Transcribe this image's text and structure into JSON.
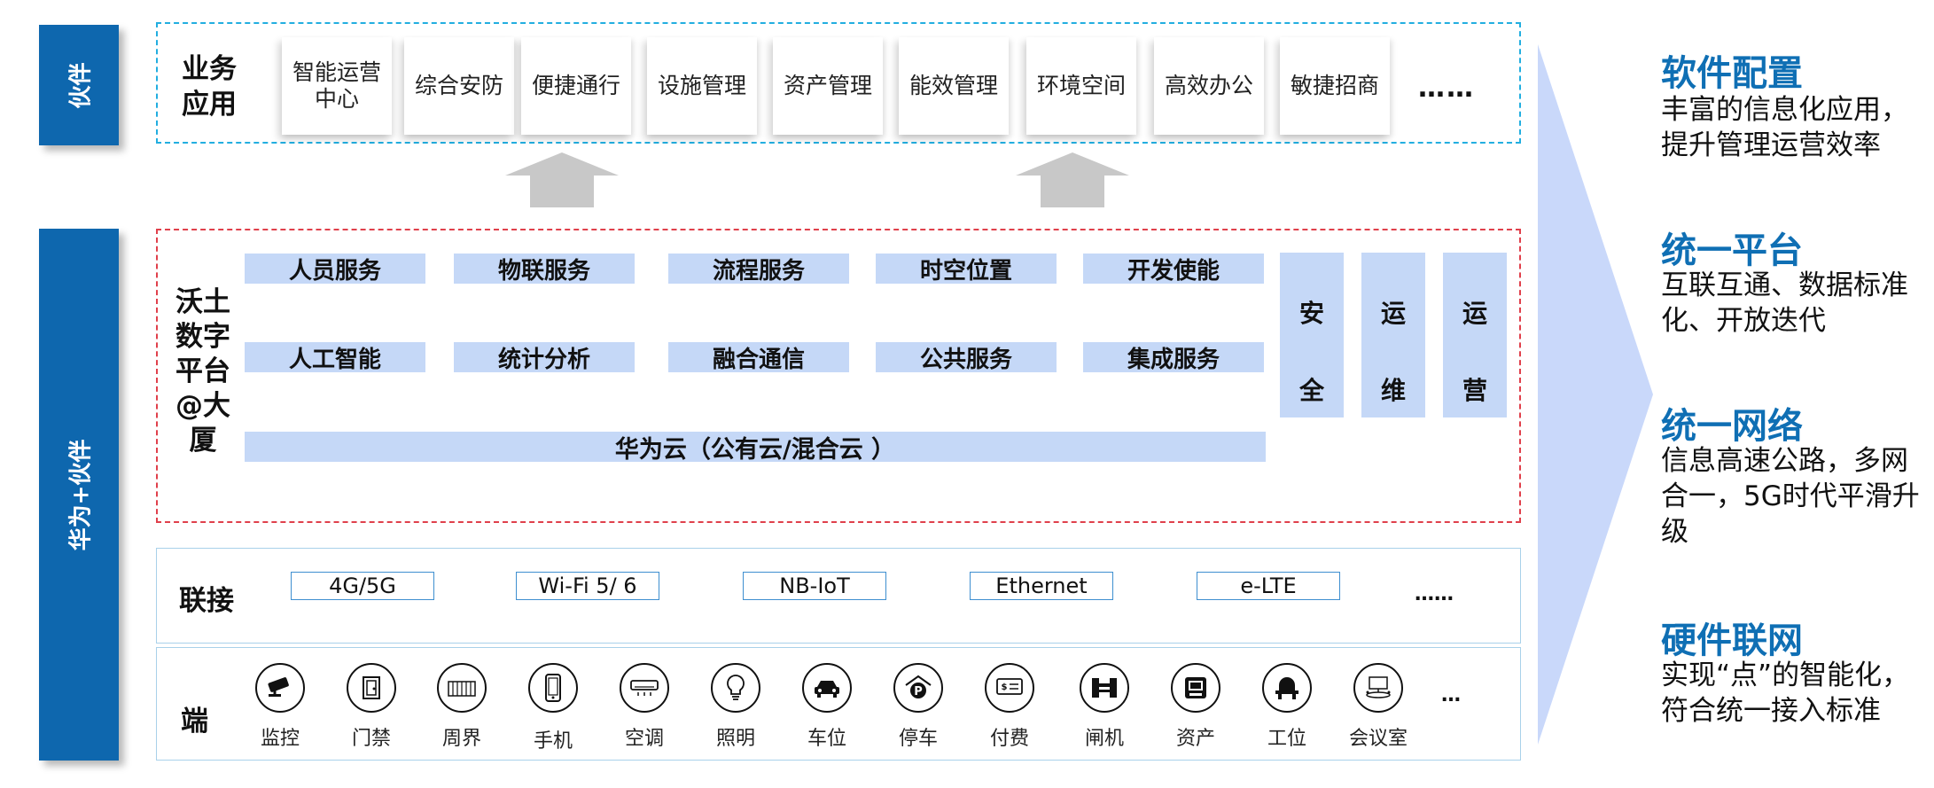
{
  "side_labels": {
    "partner": "伙伴",
    "huawei_partner": "华为+伙伴"
  },
  "apps": {
    "title": "业务应用",
    "items": [
      "智能运营中心",
      "综合安防",
      "便捷通行",
      "设施管理",
      "资产管理",
      "能效管理",
      "环境空间",
      "高效办公",
      "敏捷招商"
    ],
    "more": "……"
  },
  "platform": {
    "title": "沃土数字平台@大厦",
    "services_row1": [
      "人员服务",
      "物联服务",
      "流程服务",
      "时空位置",
      "开发使能"
    ],
    "services_row2": [
      "人工智能",
      "统计分析",
      "融合通信",
      "公共服务",
      "集成服务"
    ],
    "cloud": "华为云（公有云/混合云 ）",
    "columns": [
      {
        "top": "安",
        "bottom": "全"
      },
      {
        "top": "运",
        "bottom": "维"
      },
      {
        "top": "运",
        "bottom": "营"
      }
    ]
  },
  "connection": {
    "title": "联接",
    "items": [
      "4G/5G",
      "Wi-Fi 5/ 6",
      "NB-IoT",
      "Ethernet",
      "e-LTE"
    ],
    "more": "……"
  },
  "terminal": {
    "title": "端",
    "items": [
      {
        "label": "监控",
        "icon": "camera-icon"
      },
      {
        "label": "门禁",
        "icon": "door-icon"
      },
      {
        "label": "周界",
        "icon": "fence-icon"
      },
      {
        "label": "手机",
        "icon": "phone-icon"
      },
      {
        "label": "空调",
        "icon": "air-conditioner-icon"
      },
      {
        "label": "照明",
        "icon": "bulb-icon"
      },
      {
        "label": "车位",
        "icon": "car-icon"
      },
      {
        "label": "停车",
        "icon": "parking-icon"
      },
      {
        "label": "付费",
        "icon": "payment-icon"
      },
      {
        "label": "闸机",
        "icon": "gate-icon"
      },
      {
        "label": "资产",
        "icon": "asset-icon"
      },
      {
        "label": "工位",
        "icon": "workstation-icon"
      },
      {
        "label": "会议室",
        "icon": "meeting-room-icon"
      }
    ],
    "more": "…"
  },
  "right_panel": [
    {
      "title": "软件配置",
      "desc": "丰富的信息化应用，提升管理运营效率"
    },
    {
      "title": "统一平台",
      "desc": "互联互通、数据标准化、开放迭代"
    },
    {
      "title": "统一网络",
      "desc": "信息高速公路，多网合一，5G时代平滑升级"
    },
    {
      "title": "硬件联网",
      "desc": "实现“点”的智能化，符合统一接入标准"
    }
  ],
  "colors": {
    "side_bar": "#0E67AE",
    "service_fill": "#C5D8F7",
    "app_border": "#22AEE0",
    "platform_border": "#E0404B",
    "right_title": "#0F6FB4",
    "big_arrow": "#C9D8FA",
    "up_arrow": "#C8C8C8"
  }
}
